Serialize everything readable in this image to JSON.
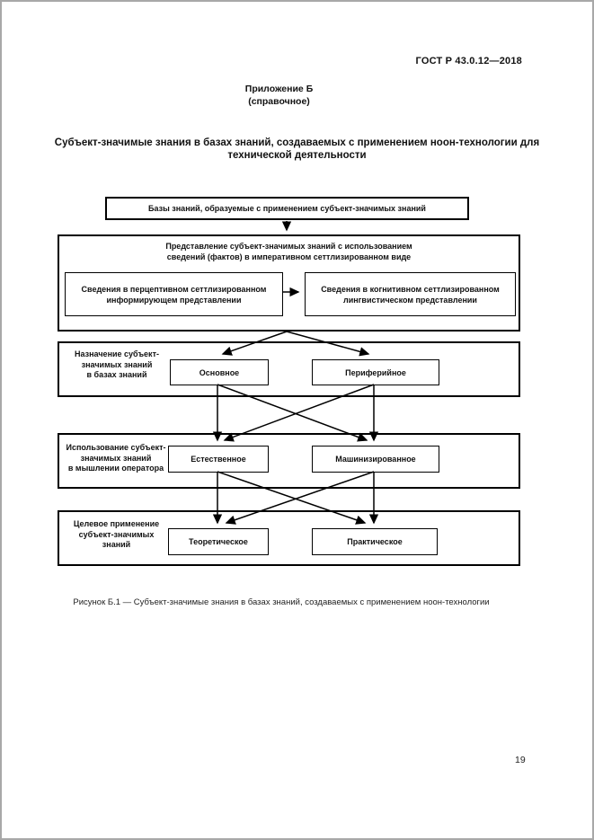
{
  "page": {
    "doc_code": "ГОСТ Р 43.0.12—2018",
    "appendix_title": "Приложение Б",
    "appendix_subtitle": "(справочное)",
    "section_title": "Субъект-значимые знания в базах знаний, создаваемых с применением ноон-технологии для\nтехнической деятельности",
    "figure_caption": "Рисунок Б.1 — Субъект-значимые знания в базах знаний, создаваемых с применением ноон-технологии",
    "page_number": "19"
  },
  "diagram": {
    "top_box": "Базы знаний, образуемые с применением субъект-значимых знаний",
    "representation_box": {
      "title": "Представление субъект-значимых знаний с использованием\nсведений (фактов) в императивном сеттлизированном виде",
      "left_box": "Сведения в перцептивном сеттлизированном\nинформирующем представлении",
      "right_box": "Сведения в когнитивном сеттлизированном\nлингвистическом представлении"
    },
    "bands": [
      {
        "label": "Назначение субъект-\nзначимых знаний\nв базах знаний",
        "box_left": "Основное",
        "box_right": "Периферийное"
      },
      {
        "label": "Использование субъект-\nзначимых знаний\nв мышлении оператора",
        "box_left": "Естественное",
        "box_right": "Машинизированное"
      },
      {
        "label": "Целевое применение\nсубъект-значимых\nзнаний",
        "box_left": "Теоретическое",
        "box_right": "Практическое"
      }
    ]
  }
}
